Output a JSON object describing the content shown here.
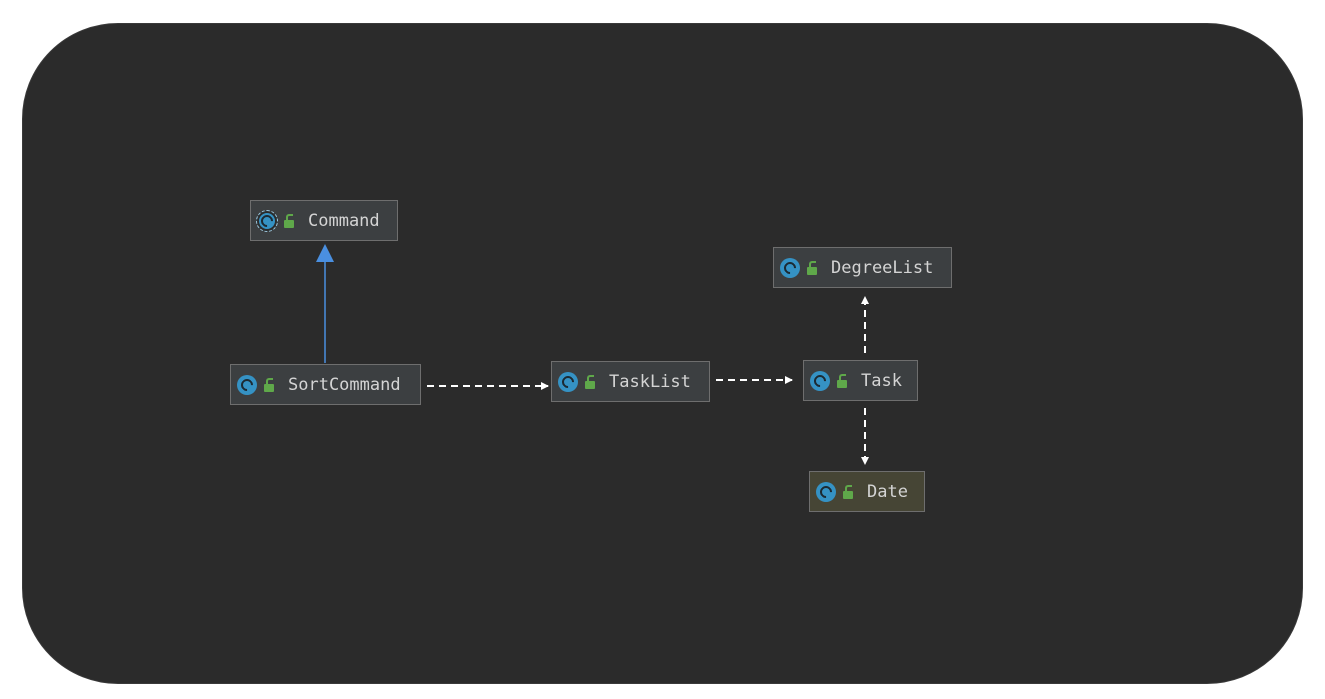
{
  "diagram": {
    "nodes": [
      {
        "id": "command",
        "label": "Command",
        "icon": "abstract-class-icon",
        "visibility": "public-icon"
      },
      {
        "id": "sortcommand",
        "label": "SortCommand",
        "icon": "class-icon",
        "visibility": "public-icon"
      },
      {
        "id": "tasklist",
        "label": "TaskList",
        "icon": "class-icon",
        "visibility": "public-icon"
      },
      {
        "id": "task",
        "label": "Task",
        "icon": "class-icon",
        "visibility": "public-icon"
      },
      {
        "id": "degreelist",
        "label": "DegreeList",
        "icon": "class-icon",
        "visibility": "public-icon"
      },
      {
        "id": "date",
        "label": "Date",
        "icon": "class-icon",
        "visibility": "public-icon"
      }
    ],
    "edges": [
      {
        "from": "sortcommand",
        "to": "command",
        "type": "extends"
      },
      {
        "from": "sortcommand",
        "to": "tasklist",
        "type": "dependency"
      },
      {
        "from": "tasklist",
        "to": "task",
        "type": "dependency"
      },
      {
        "from": "task",
        "to": "degreelist",
        "type": "dependency"
      },
      {
        "from": "task",
        "to": "date",
        "type": "dependency"
      }
    ]
  },
  "colors": {
    "background": "#2b2b2b",
    "node_fill": "#3c3f41",
    "node_border": "#6e6e6e",
    "extends_arrow": "#4a8fe0",
    "dependency_arrow": "#ffffff",
    "class_icon": "#3592c4",
    "visibility_icon": "#5fa84a"
  }
}
